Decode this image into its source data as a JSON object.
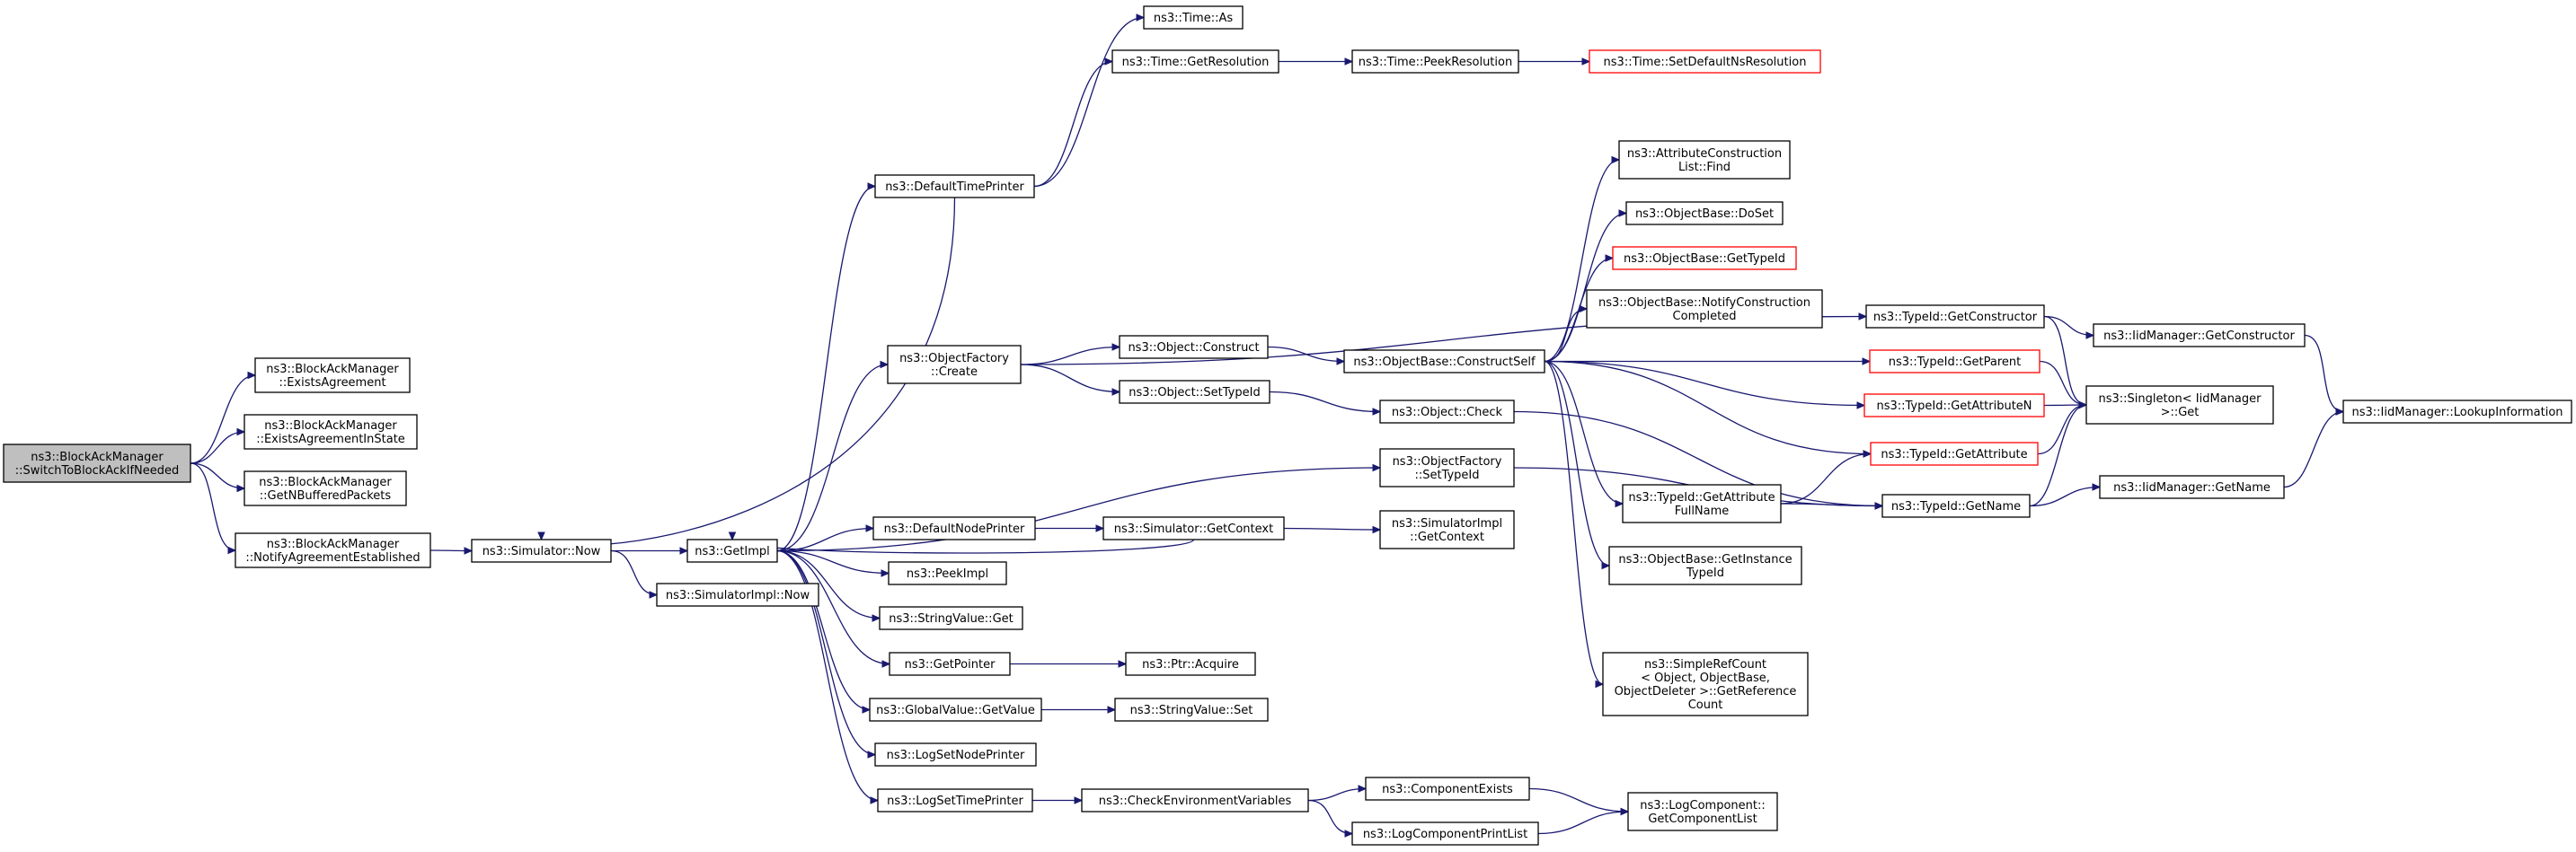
{
  "nodes": [
    {
      "id": "root",
      "lines": [
        "ns3::BlockAckManager",
        "::SwitchToBlockAckIfNeeded"
      ],
      "highlight": true
    },
    {
      "id": "exists",
      "lines": [
        "ns3::BlockAckManager",
        "::ExistsAgreement"
      ]
    },
    {
      "id": "existsstate",
      "lines": [
        "ns3::BlockAckManager",
        "::ExistsAgreementInState"
      ]
    },
    {
      "id": "getnbuf",
      "lines": [
        "ns3::BlockAckManager",
        "::GetNBufferedPackets"
      ]
    },
    {
      "id": "notify",
      "lines": [
        "ns3::BlockAckManager",
        "::NotifyAgreementEstablished"
      ]
    },
    {
      "id": "now",
      "lines": [
        "ns3::Simulator::Now"
      ]
    },
    {
      "id": "getimpl",
      "lines": [
        "ns3::GetImpl"
      ]
    },
    {
      "id": "simimplnow",
      "lines": [
        "ns3::SimulatorImpl::Now"
      ]
    },
    {
      "id": "deftimeprinter",
      "lines": [
        "ns3::DefaultTimePrinter"
      ]
    },
    {
      "id": "timeas",
      "lines": [
        "ns3::Time::As"
      ]
    },
    {
      "id": "getres",
      "lines": [
        "ns3::Time::GetResolution"
      ]
    },
    {
      "id": "peekres",
      "lines": [
        "ns3::Time::PeekResolution"
      ]
    },
    {
      "id": "setdefres",
      "lines": [
        "ns3::Time::SetDefaultNsResolution"
      ],
      "red": true
    },
    {
      "id": "objfactcreate",
      "lines": [
        "ns3::ObjectFactory",
        "::Create"
      ]
    },
    {
      "id": "objconstruct",
      "lines": [
        "ns3::Object::Construct"
      ]
    },
    {
      "id": "objsettypeid",
      "lines": [
        "ns3::Object::SetTypeId"
      ]
    },
    {
      "id": "constructself",
      "lines": [
        "ns3::ObjectBase::ConstructSelf"
      ]
    },
    {
      "id": "objcheck",
      "lines": [
        "ns3::Object::Check"
      ]
    },
    {
      "id": "attrfind",
      "lines": [
        "ns3::AttributeConstruction",
        "List::Find"
      ]
    },
    {
      "id": "doset",
      "lines": [
        "ns3::ObjectBase::DoSet"
      ]
    },
    {
      "id": "obgettypeid",
      "lines": [
        "ns3::ObjectBase::GetTypeId"
      ],
      "red": true
    },
    {
      "id": "notifyconst",
      "lines": [
        "ns3::ObjectBase::NotifyConstruction",
        "Completed"
      ]
    },
    {
      "id": "getconstructor",
      "lines": [
        "ns3::TypeId::GetConstructor"
      ]
    },
    {
      "id": "iidgetconstructor",
      "lines": [
        "ns3::IidManager::GetConstructor"
      ]
    },
    {
      "id": "getparent",
      "lines": [
        "ns3::TypeId::GetParent"
      ],
      "red": true
    },
    {
      "id": "singleton",
      "lines": [
        "ns3::Singleton< IidManager",
        " >::Get"
      ]
    },
    {
      "id": "lookupinfo",
      "lines": [
        "ns3::IidManager::LookupInformation"
      ]
    },
    {
      "id": "getattrn",
      "lines": [
        "ns3::TypeId::GetAttributeN"
      ],
      "red": true
    },
    {
      "id": "getattr",
      "lines": [
        "ns3::TypeId::GetAttribute"
      ],
      "red": true
    },
    {
      "id": "getattrfull",
      "lines": [
        "ns3::TypeId::GetAttribute",
        "FullName"
      ]
    },
    {
      "id": "getname",
      "lines": [
        "ns3::TypeId::GetName"
      ]
    },
    {
      "id": "iidgetname",
      "lines": [
        "ns3::IidManager::GetName"
      ]
    },
    {
      "id": "getinsttypeid",
      "lines": [
        "ns3::ObjectBase::GetInstance",
        "TypeId"
      ]
    },
    {
      "id": "simplerefcount",
      "lines": [
        "ns3::SimpleRefCount",
        "< Object, ObjectBase,",
        " ObjectDeleter >::GetReference",
        "Count"
      ]
    },
    {
      "id": "objfactsettypeid",
      "lines": [
        "ns3::ObjectFactory",
        "::SetTypeId"
      ]
    },
    {
      "id": "defnodeprinter",
      "lines": [
        "ns3::DefaultNodePrinter"
      ]
    },
    {
      "id": "simgetcontext",
      "lines": [
        "ns3::Simulator::GetContext"
      ]
    },
    {
      "id": "simimplgetcontext",
      "lines": [
        "ns3::SimulatorImpl",
        "::GetContext"
      ]
    },
    {
      "id": "peekimpl",
      "lines": [
        "ns3::PeekImpl"
      ]
    },
    {
      "id": "strvalget",
      "lines": [
        "ns3::StringValue::Get"
      ]
    },
    {
      "id": "getpointer",
      "lines": [
        "ns3::GetPointer"
      ]
    },
    {
      "id": "ptracquire",
      "lines": [
        "ns3::Ptr::Acquire"
      ]
    },
    {
      "id": "gvgetvalue",
      "lines": [
        "ns3::GlobalValue::GetValue"
      ]
    },
    {
      "id": "strvalset",
      "lines": [
        "ns3::StringValue::Set"
      ]
    },
    {
      "id": "logsetnode",
      "lines": [
        "ns3::LogSetNodePrinter"
      ]
    },
    {
      "id": "logsettime",
      "lines": [
        "ns3::LogSetTimePrinter"
      ]
    },
    {
      "id": "checkenv",
      "lines": [
        "ns3::CheckEnvironmentVariables"
      ]
    },
    {
      "id": "compexists",
      "lines": [
        "ns3::ComponentExists"
      ]
    },
    {
      "id": "logcompprint",
      "lines": [
        "ns3::LogComponentPrintList"
      ]
    },
    {
      "id": "getcomplist",
      "lines": [
        "ns3::LogComponent::",
        "GetComponentList"
      ]
    }
  ],
  "edges": [
    [
      "root",
      "exists"
    ],
    [
      "root",
      "existsstate"
    ],
    [
      "root",
      "getnbuf"
    ],
    [
      "root",
      "notify"
    ],
    [
      "notify",
      "now"
    ],
    [
      "now",
      "getimpl"
    ],
    [
      "now",
      "simimplnow"
    ],
    [
      "getimpl",
      "deftimeprinter"
    ],
    [
      "deftimeprinter",
      "now"
    ],
    [
      "deftimeprinter",
      "timeas"
    ],
    [
      "deftimeprinter",
      "getres"
    ],
    [
      "getres",
      "peekres"
    ],
    [
      "peekres",
      "setdefres"
    ],
    [
      "getimpl",
      "objfactcreate"
    ],
    [
      "objfactcreate",
      "objconstruct"
    ],
    [
      "objfactcreate",
      "objsettypeid"
    ],
    [
      "objfactcreate",
      "getconstructor"
    ],
    [
      "objconstruct",
      "constructself"
    ],
    [
      "objsettypeid",
      "objcheck"
    ],
    [
      "constructself",
      "attrfind"
    ],
    [
      "constructself",
      "doset"
    ],
    [
      "constructself",
      "obgettypeid"
    ],
    [
      "constructself",
      "notifyconst"
    ],
    [
      "constructself",
      "getparent"
    ],
    [
      "constructself",
      "getattrn"
    ],
    [
      "constructself",
      "getattr"
    ],
    [
      "constructself",
      "getattrfull"
    ],
    [
      "constructself",
      "getinsttypeid"
    ],
    [
      "constructself",
      "simplerefcount"
    ],
    [
      "getconstructor",
      "iidgetconstructor"
    ],
    [
      "getconstructor",
      "singleton"
    ],
    [
      "iidgetconstructor",
      "lookupinfo"
    ],
    [
      "getparent",
      "singleton"
    ],
    [
      "getattrn",
      "singleton"
    ],
    [
      "getattr",
      "singleton"
    ],
    [
      "getattrfull",
      "getattr"
    ],
    [
      "getattrfull",
      "getname"
    ],
    [
      "getname",
      "singleton"
    ],
    [
      "getname",
      "iidgetname"
    ],
    [
      "iidgetname",
      "lookupinfo"
    ],
    [
      "objcheck",
      "getname"
    ],
    [
      "objfactsettypeid",
      "getname"
    ],
    [
      "getimpl",
      "objfactsettypeid"
    ],
    [
      "getimpl",
      "defnodeprinter"
    ],
    [
      "defnodeprinter",
      "simgetcontext"
    ],
    [
      "simgetcontext",
      "getimpl"
    ],
    [
      "simgetcontext",
      "simimplgetcontext"
    ],
    [
      "getimpl",
      "peekimpl"
    ],
    [
      "getimpl",
      "strvalget"
    ],
    [
      "getimpl",
      "getpointer"
    ],
    [
      "getpointer",
      "ptracquire"
    ],
    [
      "getimpl",
      "gvgetvalue"
    ],
    [
      "gvgetvalue",
      "strvalset"
    ],
    [
      "getimpl",
      "logsetnode"
    ],
    [
      "getimpl",
      "logsettime"
    ],
    [
      "logsettime",
      "checkenv"
    ],
    [
      "checkenv",
      "compexists"
    ],
    [
      "checkenv",
      "logcompprint"
    ],
    [
      "compexists",
      "getcomplist"
    ],
    [
      "logcompprint",
      "getcomplist"
    ]
  ]
}
